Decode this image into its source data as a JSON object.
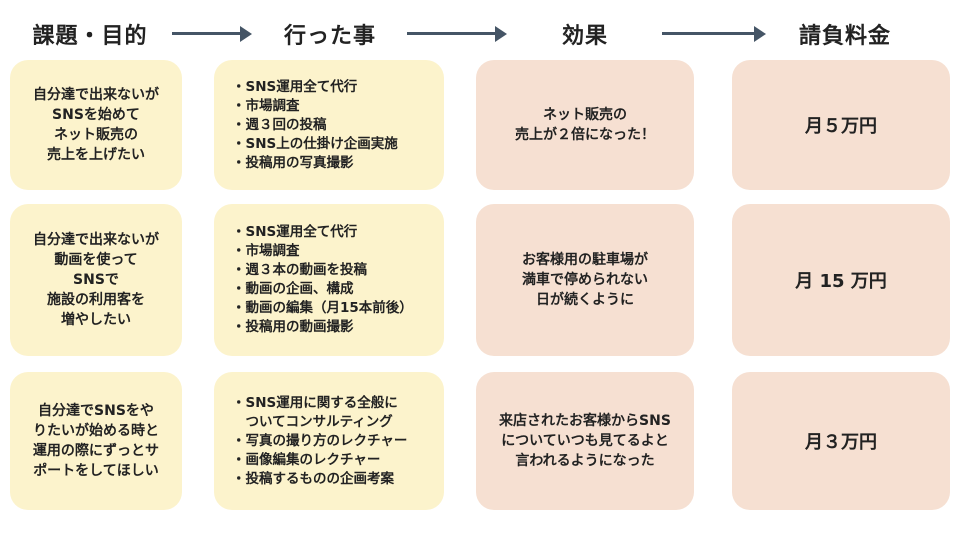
{
  "headers": {
    "issue": "課題・目的",
    "actions": "行った事",
    "effect": "効果",
    "fee": "請負料金"
  },
  "rows": [
    {
      "issue": "自分達で出来ないが\nSNSを始めて\nネット販売の\n売上を上げたい",
      "actions": [
        "・SNS運用全て代行",
        "・市場調査",
        "・週３回の投稿",
        "・SNS上の仕掛け企画実施",
        "・投稿用の写真撮影"
      ],
      "effect": "ネット販売の\n売上が２倍になった！",
      "fee": "月５万円"
    },
    {
      "issue": "自分達で出来ないが\n動画を使って\nSNSで\n施設の利用客を\n増やしたい",
      "actions": [
        "・SNS運用全て代行",
        "・市場調査",
        "・週３本の動画を投稿",
        "・動画の企画、構成",
        "・動画の編集（月15本前後）",
        "・投稿用の動画撮影"
      ],
      "effect": "お客様用の駐車場が\n満車で停められない\n日が続くように",
      "fee": "月 15 万円"
    },
    {
      "issue": "自分達でSNSをや\nりたいが始める時と\n運用の際にずっとサ\nポートをしてほしい",
      "actions": [
        "・SNS運用に関する全般に\n　ついてコンサルティング",
        "・写真の撮り方のレクチャー",
        "・画像編集のレクチャー",
        "・投稿するものの企画考案"
      ],
      "effect": "来店されたお客様からSNS\nについていつも見てるよと\n言われるようになった",
      "fee": "月３万円"
    }
  ]
}
